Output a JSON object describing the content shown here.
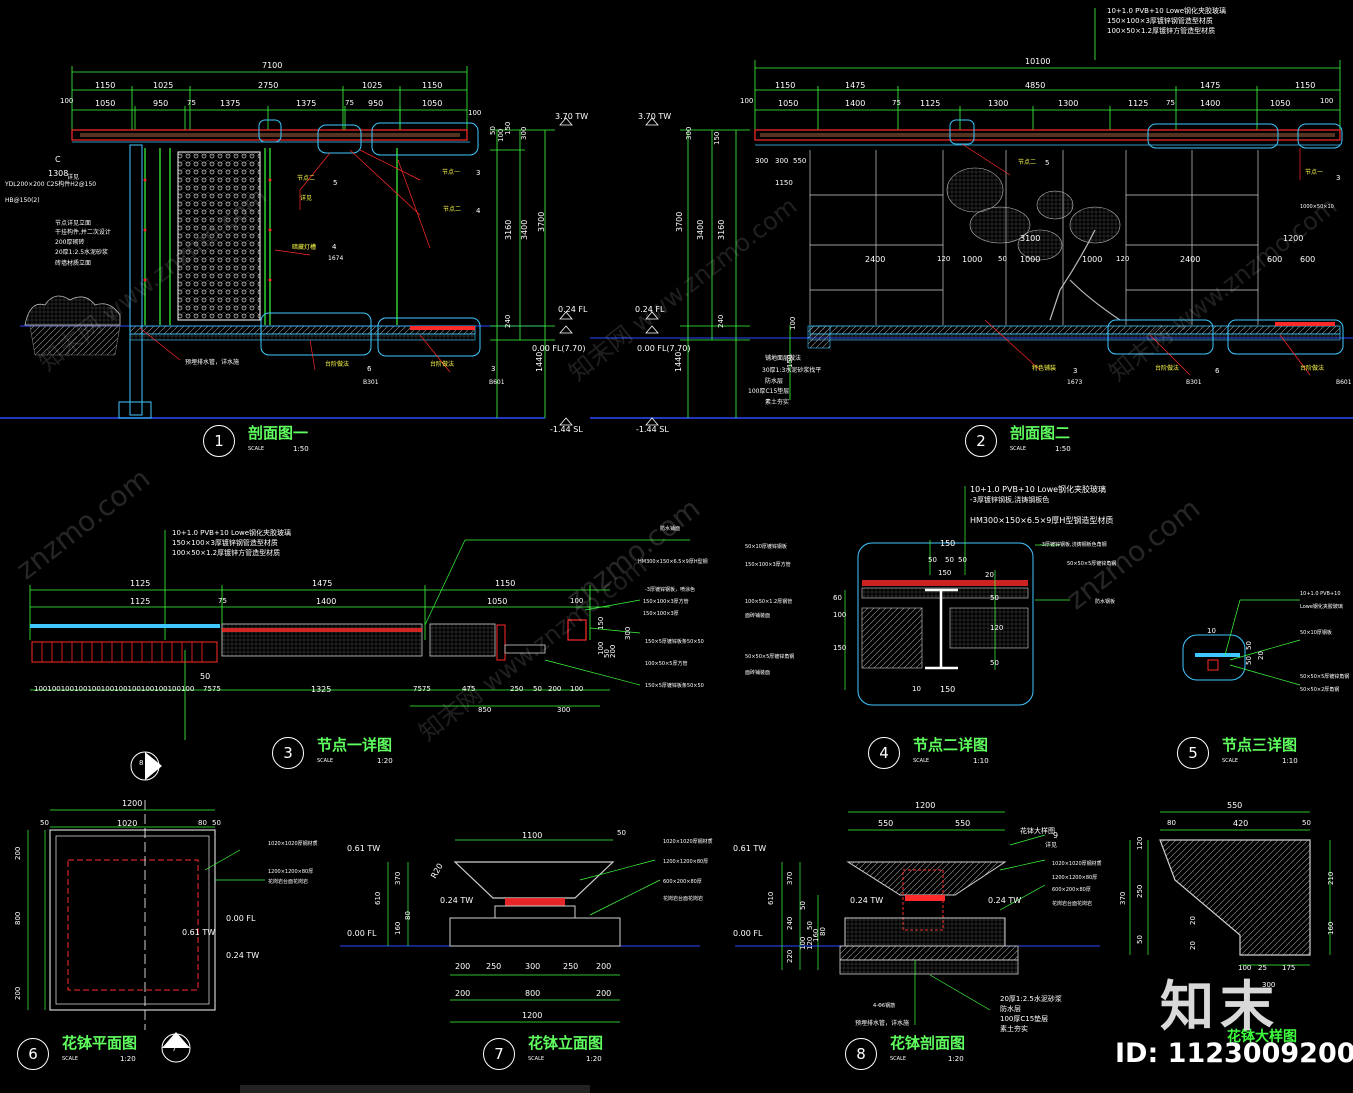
{
  "colors": {
    "background": "#000000",
    "dimension": "#3dff3d",
    "title": "#5fff5f",
    "text": "#ffffff",
    "ground": "#2b4bff",
    "accent": "#ff2a2a",
    "detail_ring": "#3ec8ff",
    "tag": "#ffff4a"
  },
  "watermark": {
    "brand_cn": "知末",
    "site": "znzmo.com",
    "small": "知末网 www.znzmo.com"
  },
  "id_label": "ID: 1123009200",
  "drawings": [
    {
      "num": "1",
      "title": "剖面图一",
      "scale_label": "SCALE",
      "scale": "1:50"
    },
    {
      "num": "2",
      "title": "剖面图二",
      "scale_label": "SCALE",
      "scale": "1:50"
    },
    {
      "num": "3",
      "title": "节点一详图",
      "scale_label": "SCALE",
      "scale": "1:20"
    },
    {
      "num": "4",
      "title": "节点二详图",
      "scale_label": "SCALE",
      "scale": "1:10"
    },
    {
      "num": "5",
      "title": "节点三详图",
      "scale_label": "SCALE",
      "scale": "1:10"
    },
    {
      "num": "6",
      "title": "花钵平面图",
      "scale_label": "SCALE",
      "scale": "1:20"
    },
    {
      "num": "7",
      "title": "花钵立面图",
      "scale_label": "SCALE",
      "scale": "1:20"
    },
    {
      "num": "8",
      "title": "花钵剖面图",
      "scale_label": "SCALE",
      "scale": "1:20"
    }
  ],
  "section1": {
    "dims_top": [
      "7100",
      "1150",
      "1025",
      "2750",
      "1025",
      "1150"
    ],
    "dims_second": [
      "100",
      "1050",
      "950",
      "75",
      "1375",
      "1375",
      "75",
      "950",
      "1050",
      "100"
    ],
    "levels": [
      "3.70 TW",
      "0.24 FL",
      "0.00 FL(7.70)",
      "-1.44 SL"
    ],
    "right_dims": [
      "50",
      "100",
      "300",
      "3160",
      "3400",
      "3700",
      "240",
      "1440",
      "150"
    ],
    "notes_left": [
      "1308",
      "详见",
      "YDL200×200 C25构件H2@150",
      "HB@150(2)",
      "节点详见立面",
      "干挂构件,并二次设计",
      "200厚砌砖",
      "20厚1:2.5水泥砂浆",
      "砖墙材质立面"
    ],
    "callouts": [
      {
        "t": "节点二",
        "n": "5"
      },
      {
        "t": "节点一",
        "n": "3"
      },
      {
        "t": "节点二",
        "n": "4"
      },
      {
        "t": "详见",
        "n": "5"
      },
      {
        "t": "暗藏灯槽",
        "n": "4"
      },
      {
        "t": "台阶做法",
        "n": "6"
      },
      {
        "t": "台阶做法",
        "n": "3"
      }
    ],
    "ref_a": "1674",
    "ref_b": "B301",
    "ref_c": "B601",
    "c_mark": "C",
    "drain_note": "预埋排水管，详水施"
  },
  "section2": {
    "glass_notes": [
      "10+1.0 PVB+10 Lowe钢化夹胶玻璃",
      "150×100×3厚镀锌钢管造型材质",
      "100×50×1.2厚镀锌方管造型材质"
    ],
    "dims_top": [
      "10100",
      "1150",
      "1475",
      "4850",
      "1475",
      "1150"
    ],
    "dims_second": [
      "100",
      "1050",
      "1400",
      "75",
      "1125",
      "1300",
      "1300",
      "1125",
      "75",
      "1400",
      "1050",
      "100"
    ],
    "dims_inner": [
      "300",
      "300",
      "550",
      "1150",
      "2400",
      "120",
      "1000",
      "50",
      "1000",
      "1000",
      "120",
      "2400",
      "1200",
      "600",
      "600",
      "3100",
      "1000×50×10"
    ],
    "levels": [
      "3.70 TW",
      "0.24 FL",
      "0.00 FL(7.70)",
      "-1.44 SL"
    ],
    "left_dims": [
      "300",
      "150",
      "3160",
      "3400",
      "3700",
      "240",
      "1440",
      "100",
      "150"
    ],
    "notes_bottom": [
      "铺地面层做法",
      "30厚1:3水泥砂浆找平",
      "防水层",
      "100厚C15垫层",
      "素土夯实"
    ],
    "callouts": [
      {
        "t": "节点二",
        "n": "5"
      },
      {
        "t": "节点一",
        "n": "3"
      },
      {
        "t": "特色铺装",
        "n": "3"
      },
      {
        "t": "台阶做法",
        "n": "6"
      },
      {
        "t": "台阶做法",
        "n": "3"
      }
    ],
    "refs": [
      "1673",
      "B301",
      "B601"
    ]
  },
  "detail3": {
    "glass_notes": [
      "10+1.0 PVB+10 Lowe钢化夹胶玻璃",
      "150×100×3厚镀锌钢管造型材质",
      "100×50×1.2厚镀锌方管造型材质"
    ],
    "dims": [
      "1125",
      "1475",
      "1150",
      "1125",
      "75",
      "1400",
      "1050",
      "100",
      "50",
      "1325",
      "7575",
      "475",
      "250",
      "50",
      "200",
      "100",
      "850",
      "300",
      "150",
      "300",
      "100",
      "50",
      "200"
    ],
    "ticks": "100100100100100100100100100100100100",
    "tick_end": "7575",
    "right_notes": [
      "防水铺面",
      "HM300×150×6.5×9厚H型钢",
      "-3厚镀锌钢板，喷涂色",
      "150×100×3厚方管",
      "150×100×3厚",
      "150×5厚镀锌板条50×50",
      "100×50×5厚方管",
      "150×5厚镀锌板条50×50"
    ]
  },
  "detail4": {
    "top_notes": [
      "10+1.0 PVB+10 Lowe钢化夹胶玻璃",
      "-3厚镀锌钢板,浇铸钢板色",
      "HM300×150×6.5×9厚H型钢造型材质"
    ],
    "left_notes": [
      "50×10厚镀锌钢板",
      "150×100×3厚方管",
      "100×50×1.2厚钢管",
      "面砖铺装面",
      "50×50×5厚镀锌角钢",
      "面砖铺装面"
    ],
    "right_notes": [
      "-3厚镀锌钢板,浇铸钢板色角钢",
      "50×50×5厚镀锌角钢",
      "防水钢板"
    ],
    "dims": [
      "150",
      "50",
      "50",
      "50",
      "20",
      "50",
      "120",
      "50",
      "150",
      "60",
      "100",
      "150",
      "10",
      "150"
    ]
  },
  "detail5": {
    "notes": [
      "10+1.0 PVB+10",
      "Lowe钢化夹胶玻璃",
      "50×10厚钢板",
      "50×50×5厚镀锌角钢",
      "50×50×2厚角钢"
    ],
    "dims": [
      "10",
      "50",
      "50",
      "20"
    ]
  },
  "pot_plan": {
    "dims": [
      "1200",
      "50",
      "1020",
      "80",
      "50",
      "200",
      "800",
      "200"
    ],
    "levels": [
      "0.00 FL",
      "0.61 TW",
      "0.24 TW"
    ],
    "notes": [
      "1020×1020厚钢材质",
      "1200×1200×80厚",
      "花岗岩台面花岗岩"
    ],
    "section_tag": "8",
    "elev_tag": "7"
  },
  "pot_elev": {
    "dims": [
      "1100",
      "50",
      "200",
      "250",
      "300",
      "250",
      "200",
      "200",
      "800",
      "200",
      "1200",
      "610",
      "370",
      "160",
      "80",
      "R20"
    ],
    "levels": [
      "0.61 TW",
      "0.24 TW",
      "0.00 FL"
    ],
    "notes": [
      "1020×1020厚钢材质",
      "1200×1200×80厚",
      "600×200×80厚",
      "花岗岩台面花岗岩"
    ]
  },
  "pot_section": {
    "dims": [
      "1200",
      "550",
      "550",
      "610",
      "370",
      "50",
      "240",
      "220",
      "100",
      "120",
      "160",
      "80",
      "50"
    ],
    "levels": [
      "0.61 TW",
      "0.24 TW",
      "0.00 FL"
    ],
    "notes": [
      "花钵大样图",
      "详见",
      "1020×1020厚钢材质",
      "1200×1200×80厚",
      "600×200×80厚",
      "花岗岩台面花岗岩",
      "20厚1:2.5水泥砂浆",
      "防水层",
      "100厚C15垫层",
      "素土夯实",
      "预埋排水管，详水施",
      "4-Φ6钢筋"
    ],
    "callout_n": "9"
  },
  "pot_detail": {
    "dims": [
      "550",
      "80",
      "420",
      "50",
      "370",
      "250",
      "50",
      "120",
      "210",
      "160",
      "20",
      "20",
      "100",
      "25",
      "175",
      "300"
    ],
    "title": "花钵大样图"
  }
}
